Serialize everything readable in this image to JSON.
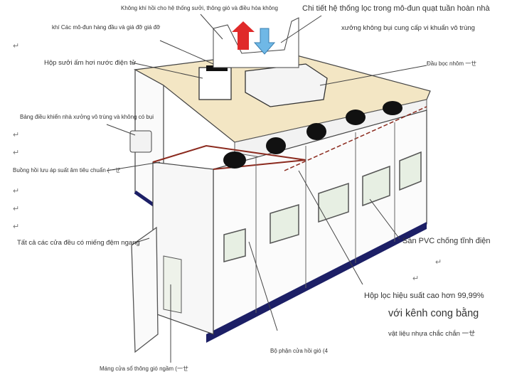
{
  "labels": {
    "return_air": "Không khí hồi cho hệ thống sưởi, thông gió và điều hòa không",
    "top_modules": "khí Các mô-đun hàng đầu và giá đỡ giá đỡ",
    "filter_detail_1": "Chi tiết hệ thống lọc trong mô-đun quạt tuần hoàn nhà",
    "filter_detail_2": "xưởng không bụi cung cấp vi khuẩn vô trùng",
    "steam_heater": "Hộp sưởi ấm hơi nước điện tử",
    "aluminum_head": "Đầu bọc nhôm 一ㄝ",
    "control_panel": "Bảng điều khiển nhà xưởng vô trùng và không có bụi",
    "return_chamber": "Buồng hồi lưu áp suất âm tiêu chuẩn (一ㄝ",
    "door_gasket": "Tất cả các cửa đều có miếng đệm ngang",
    "pvc_floor": "Sàn PVC chống tĩnh điện",
    "hepa_1": "Hộp lọc hiệu suất cao hơn 99,99%",
    "hepa_2": "với kênh cong bằng",
    "hepa_3": "vật liệu nhựa chắc chắn 一ㄝ",
    "return_door": "Bộ phận cửa hồi gió (4",
    "vent_trough": "Máng cửa sổ thông gió ngầm (一ㄝ"
  },
  "return_mark": "↵",
  "colors": {
    "roof": "#f3e6c4",
    "floor_band": "#1c1f66",
    "outline_red": "#8b2a1e",
    "arrow_up": "#e02a2a",
    "arrow_down": "#6fb8e6"
  }
}
